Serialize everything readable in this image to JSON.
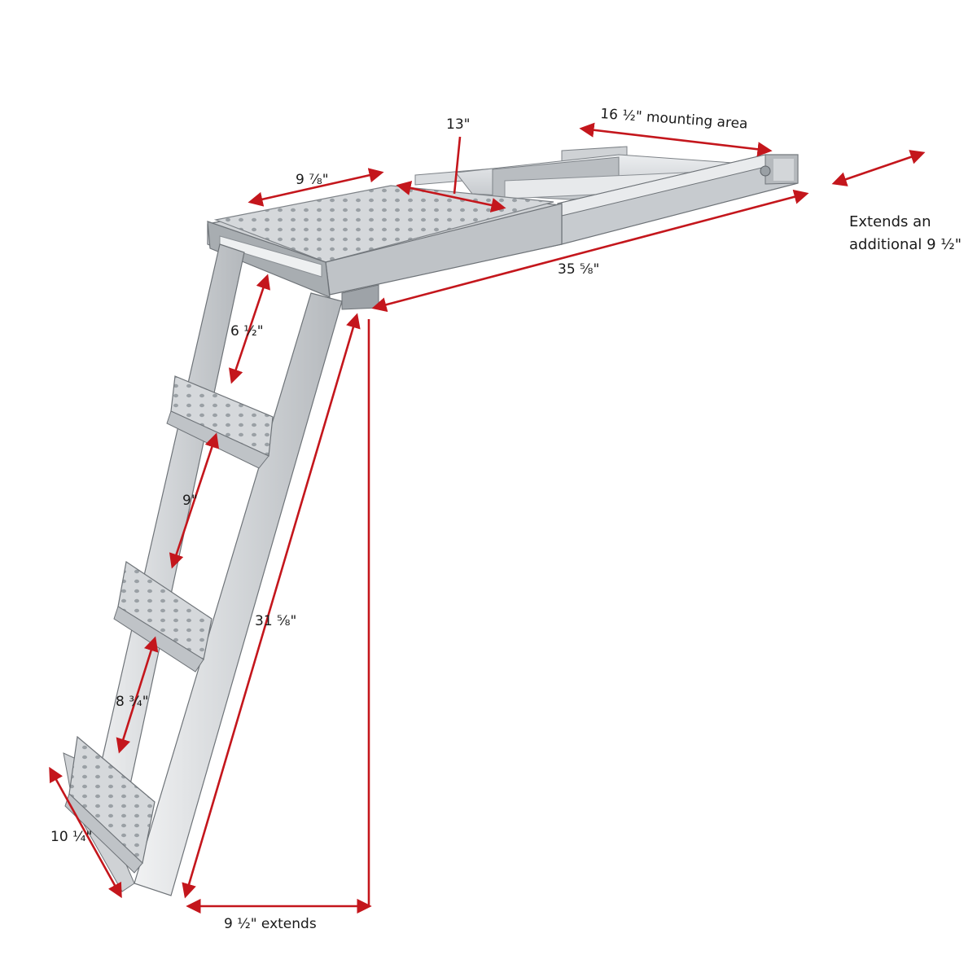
{
  "colors": {
    "dimension_arrow": "#c4161c",
    "metal_light": "#e4e6e8",
    "metal_mid": "#c9ccd0",
    "metal_dark": "#8f9499",
    "metal_edge": "#6e7378",
    "background": "#ffffff"
  },
  "dimensions": {
    "tread_width_top": "9 ⅞\"",
    "platform_depth": "13\"",
    "mounting_area": "16 ½\" mounting area",
    "overall_length": "35 ⅝\"",
    "first_step_rise": "6 ½\"",
    "second_step_rise": "9\"",
    "third_step_rise": "8 ¾\"",
    "ladder_length": "31 ⅝\"",
    "bottom_step_width": "10 ¼\"",
    "extends": "9 ½\" extends"
  },
  "notes": {
    "extension_line1": "Extends an",
    "extension_line2": "additional 9 ½\""
  },
  "icons": {
    "arrow_head": "double-headed-arrow"
  }
}
